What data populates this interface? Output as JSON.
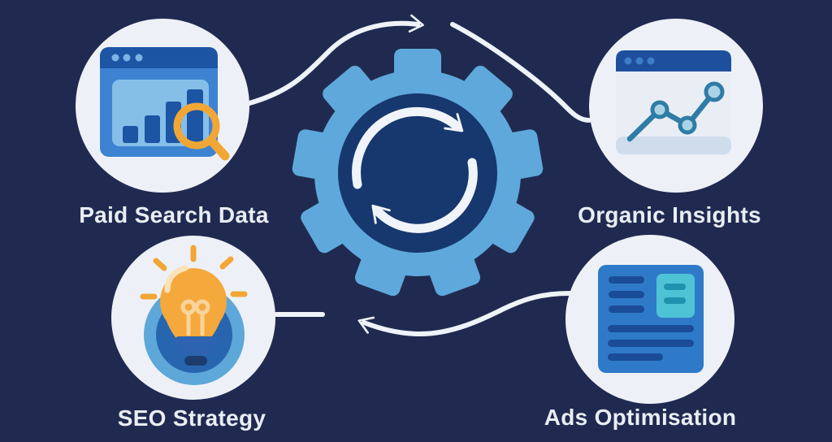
{
  "diagram": {
    "type": "cycle",
    "background_color": "#202a50",
    "center": {
      "icon": "sync-gear-icon",
      "gear_color": "#5fa8db",
      "hub_color": "#16386e",
      "cycle_arrow_color": "#eef3f9"
    },
    "nodes": [
      {
        "id": "paid-search-data",
        "label": "Paid Search Data",
        "icon": "bar-chart-search-window-icon",
        "position": "top-left"
      },
      {
        "id": "organic-insights",
        "label": "Organic Insights",
        "icon": "line-chart-window-icon",
        "position": "top-right"
      },
      {
        "id": "ads-optimisation",
        "label": "Ads Optimisation",
        "icon": "ad-document-icon",
        "position": "bottom-right"
      },
      {
        "id": "seo-strategy",
        "label": "SEO Strategy",
        "icon": "lightbulb-icon",
        "position": "bottom-left"
      }
    ],
    "connections": [
      {
        "from": "paid-search-data",
        "to": "organic-insights",
        "via": "top-arc",
        "arrowhead": true
      },
      {
        "from": "ads-optimisation",
        "to": "seo-strategy",
        "via": "bottom-arc",
        "arrowhead": true
      }
    ],
    "palette": {
      "light_blue": "#5fa8db",
      "window_blue": "#3d83d2",
      "doc_blue": "#2e7ac8",
      "dark_blue": "#1c55a4",
      "navy": "#16386e",
      "teal_box": "#4fc3d6",
      "teal_line": "#1f93ad",
      "chart_teal": "#2f7ca6",
      "orange": "#f2a636",
      "circle_fill": "#edf1f7",
      "connector": "#eef3f9",
      "text_color": "#e9edf4"
    }
  }
}
